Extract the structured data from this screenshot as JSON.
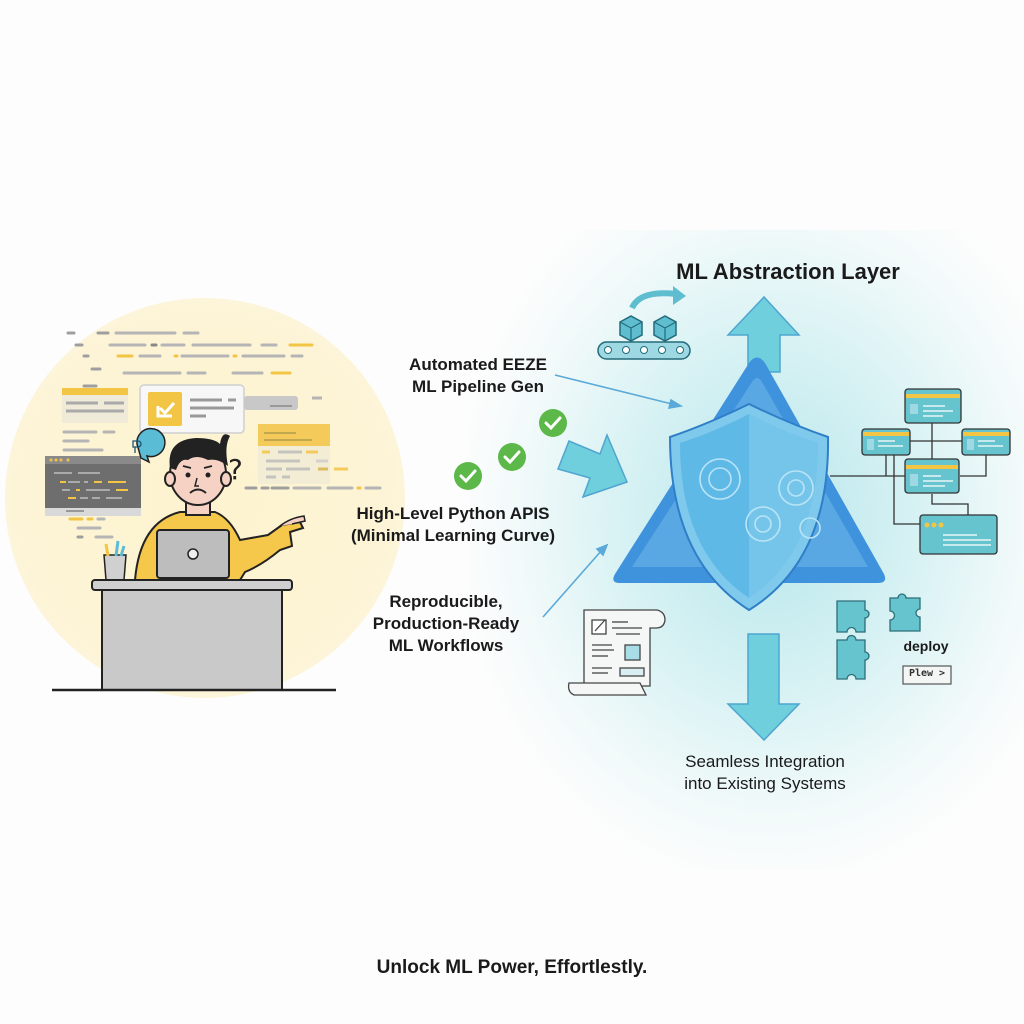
{
  "title": "ML Abstraction Layer",
  "tagline": "Unlock ML Power, Effortlestly.",
  "features": [
    {
      "lines": [
        "Automated EEZE",
        "ML Pipeline Gen"
      ]
    },
    {
      "lines": [
        "High-Level Python APIS",
        "(Minimal Learning Curve)"
      ]
    },
    {
      "lines": [
        "Reproducible,",
        "Production-Ready",
        "ML Workflows"
      ]
    }
  ],
  "integration": {
    "lines": [
      "Seamless Integration",
      "into Existing Systems"
    ]
  },
  "deploy": {
    "label": "deploy",
    "button_label": "Plew >"
  },
  "colors": {
    "accent_teal": "#6fcfdc",
    "accent_blue": "#3f92dc",
    "shield": "#56b4e6",
    "check_green": "#5cb848",
    "yellow": "#f5c84c",
    "desk_gray": "#c9c9c9"
  },
  "icons": {
    "person": "confused-developer-icon",
    "shield": "shield-gears-icon",
    "pipeline": "conveyor-boxes-icon",
    "network": "system-nodes-icon",
    "puzzle": "puzzle-pieces-icon",
    "document": "scroll-document-icon",
    "check": "check-circle-icon"
  }
}
